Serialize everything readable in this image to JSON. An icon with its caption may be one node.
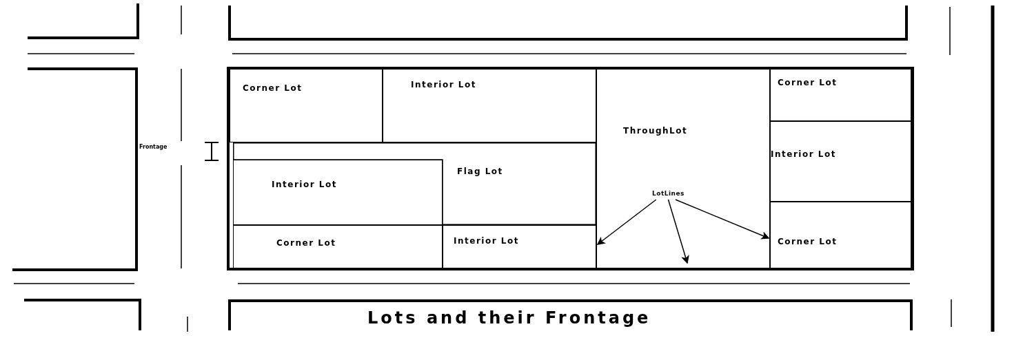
{
  "diagram": {
    "title": "Lots and their Frontage",
    "nodes": [
      {
        "text": [
          "Corner Lot"
        ]
      },
      {
        "text": [
          "Interior Lot"
        ]
      },
      {
        "text": [
          "Interior Lot"
        ]
      },
      {
        "text": [
          "Flag Lot"
        ]
      },
      {
        "text": [
          "Corner Lot"
        ]
      },
      {
        "text": [
          "Interior Lot"
        ]
      },
      {
        "text": [
          "ThroughLot"
        ]
      },
      {
        "text": [
          "LotLines"
        ],
        "in": 6
      },
      {
        "text": [
          "Corner Lot"
        ]
      },
      {
        "text": [
          "Interior Lot"
        ]
      },
      {
        "text": [
          "Corner Lot"
        ]
      }
    ],
    "edges": [
      {
        "from": 7,
        "to": 5,
        "arrow": "to"
      },
      {
        "from": 7,
        "to": null,
        "arrow": "to"
      },
      {
        "from": 7,
        "to": 10,
        "arrow": "to"
      }
    ],
    "labels": [
      "Frontage"
    ]
  }
}
